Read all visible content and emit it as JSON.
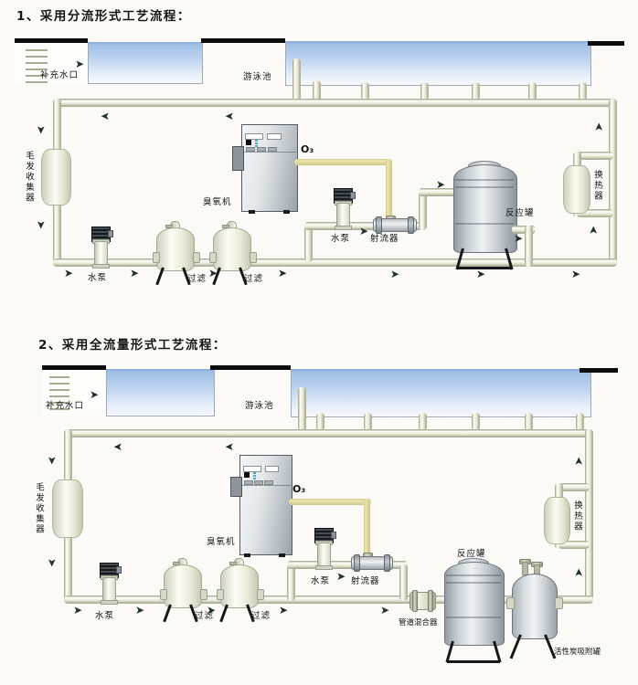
{
  "colors": {
    "pipe_outline": "#aeb29a",
    "pipe_fill": "#f3f3e7",
    "ozone_line": "#e0d99f",
    "water_top": "#9fbfe6",
    "water_bottom": "#f6f9fd",
    "arrow": "#20302f",
    "deck_bar": "#0c0c0c",
    "tank_metal": "#c8d0d5"
  },
  "d1": {
    "title": "1、采用分流形式工艺流程：",
    "labels": {
      "makeup_inlet": "补充水口",
      "pool": "游泳池",
      "hair_collector": "毛发收集器",
      "ozone_machine": "臭氧机",
      "o3": "O₃",
      "pump_main": "水泵",
      "filter_a": "过滤",
      "filter_b": "过滤",
      "pump_branch": "水泵",
      "injector": "射流器",
      "reaction_tank": "反应罐",
      "heat_exchanger": "换热器"
    }
  },
  "d2": {
    "title": "2、采用全流量形式工艺流程：",
    "labels": {
      "makeup_inlet": "补充水口",
      "pool": "游泳池",
      "hair_collector": "毛发收集器",
      "ozone_machine": "臭氧机",
      "o3": "O₃",
      "pump_main": "水泵",
      "filter_a": "过滤",
      "filter_b": "过滤",
      "pump_branch": "水泵",
      "injector": "射流器",
      "pipe_mixer": "管道混合器",
      "reaction_tank": "反应罐",
      "carbon_tank": "活性炭吸附罐",
      "heat_exchanger": "换热器"
    }
  }
}
